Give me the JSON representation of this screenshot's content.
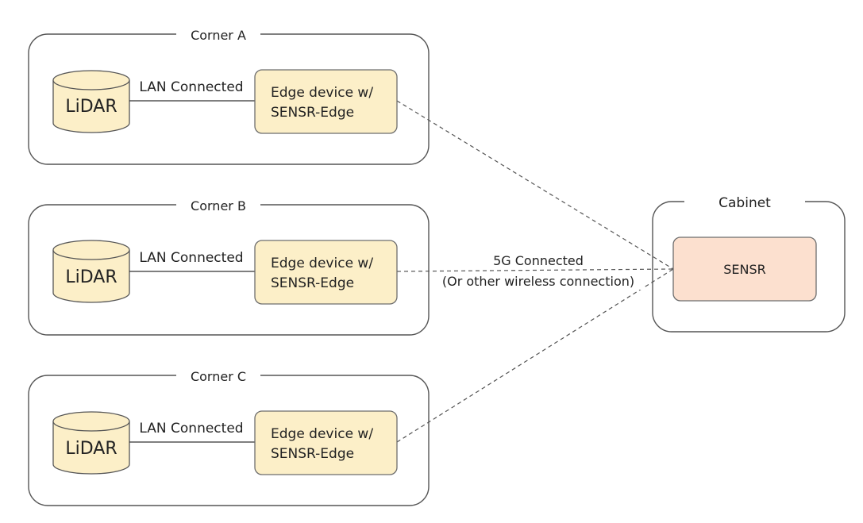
{
  "corners": [
    {
      "title": "Corner A",
      "lidar_label": "LiDAR",
      "link_label": "LAN Connected",
      "edge_line1": "Edge device w/",
      "edge_line2": "SENSR-Edge"
    },
    {
      "title": "Corner B",
      "lidar_label": "LiDAR",
      "link_label": "LAN Connected",
      "edge_line1": "Edge device w/",
      "edge_line2": "SENSR-Edge"
    },
    {
      "title": "Corner C",
      "lidar_label": "LiDAR",
      "link_label": "LAN Connected",
      "edge_line1": "Edge device w/",
      "edge_line2": "SENSR-Edge"
    }
  ],
  "cabinet": {
    "title": "Cabinet",
    "server_label": "SENSR"
  },
  "wireless": {
    "line1": "5G Connected",
    "line2": "(Or other wireless connection)"
  },
  "colors": {
    "edge_fill": "#fcefc8",
    "sensr_fill": "#fce0cf"
  }
}
